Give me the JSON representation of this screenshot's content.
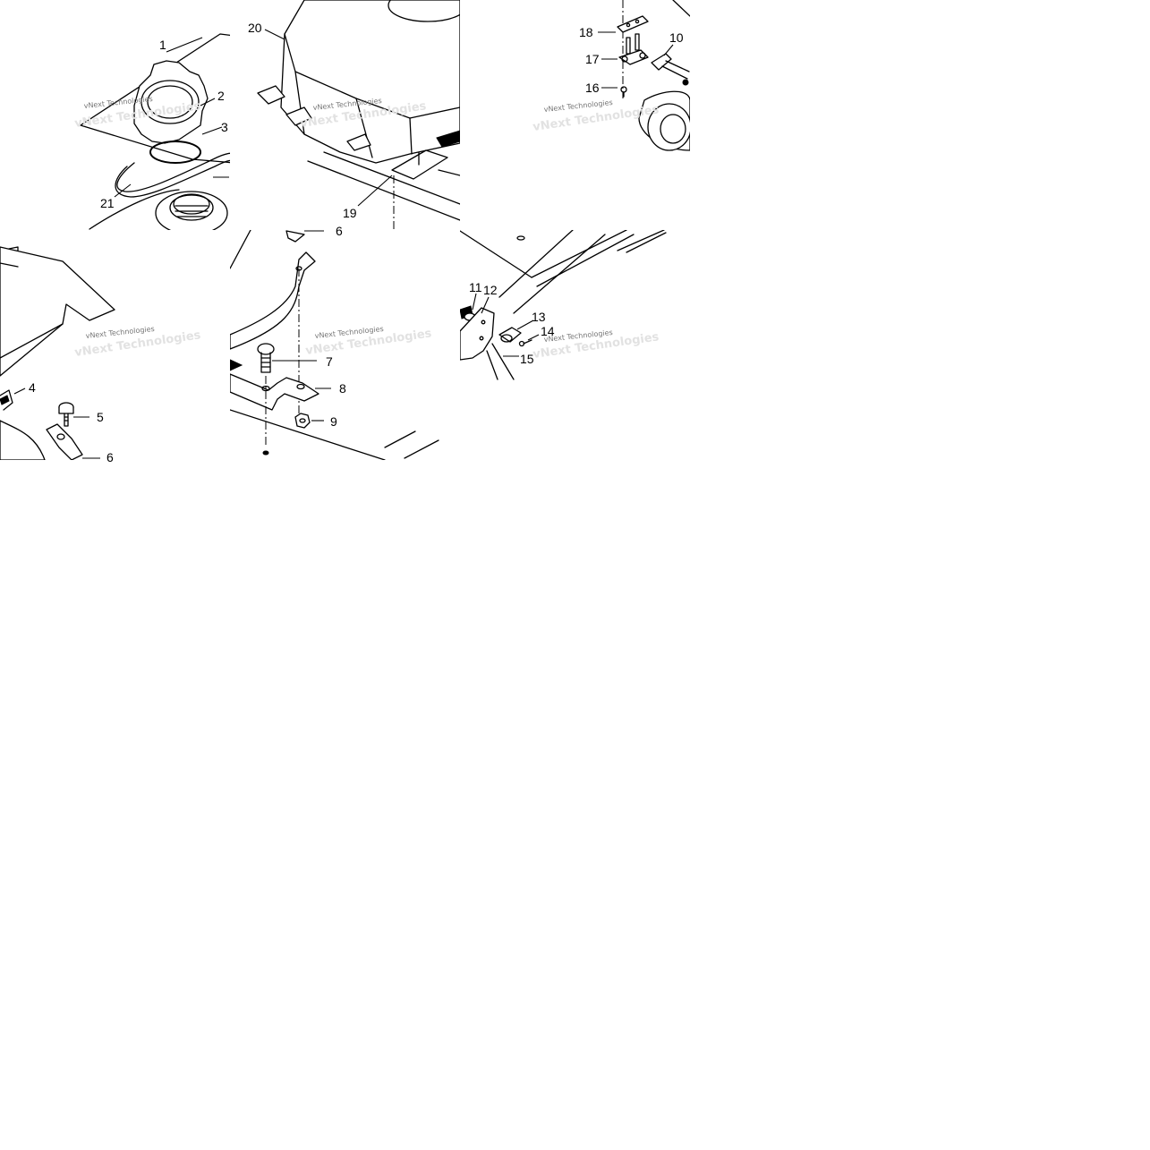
{
  "diagram": {
    "callouts": [
      "1",
      "2",
      "3",
      "4",
      "5",
      "6",
      "7",
      "8",
      "9",
      "10",
      "11",
      "12",
      "13",
      "14",
      "15",
      "16",
      "17",
      "18",
      "19",
      "20",
      "21",
      "6"
    ],
    "watermark": "vNext Technologies"
  }
}
